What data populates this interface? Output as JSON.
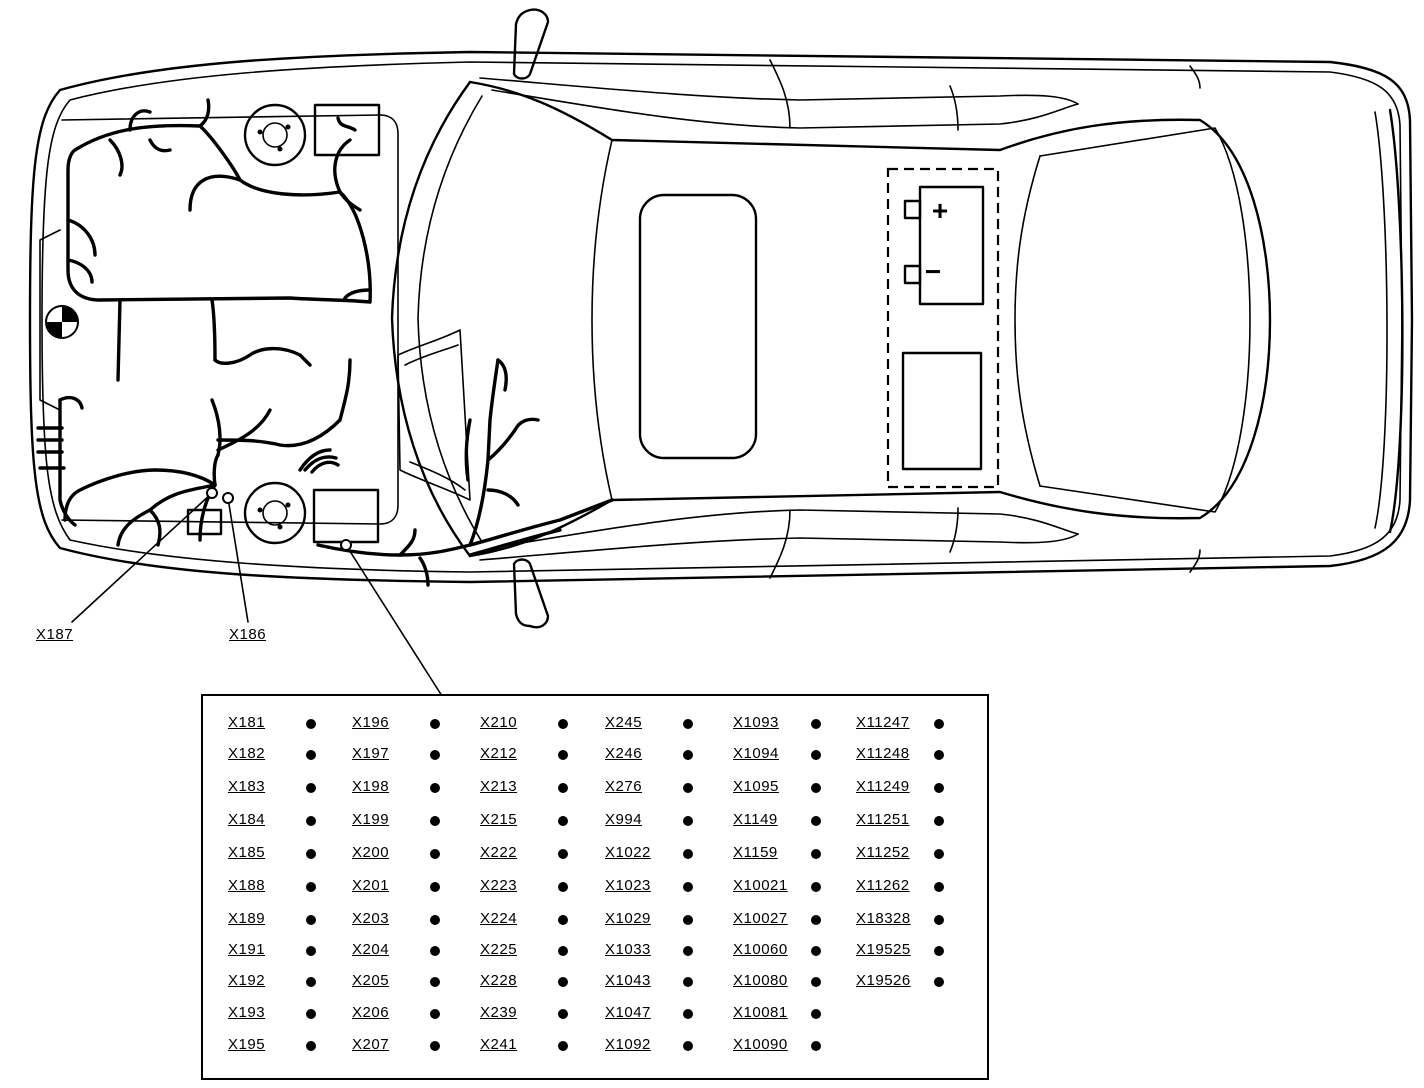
{
  "callouts": {
    "x187": "X187",
    "x186": "X186"
  },
  "battery": {
    "plus": "+",
    "minus": "−"
  },
  "connector_table": {
    "columns": [
      [
        "X181",
        "X182",
        "X183",
        "X184",
        "X185",
        "X188",
        "X189",
        "X191",
        "X192",
        "X193",
        "X195"
      ],
      [
        "X196",
        "X197",
        "X198",
        "X199",
        "X200",
        "X201",
        "X203",
        "X204",
        "X205",
        "X206",
        "X207"
      ],
      [
        "X210",
        "X212",
        "X213",
        "X215",
        "X222",
        "X223",
        "X224",
        "X225",
        "X228",
        "X239",
        "X241"
      ],
      [
        "X245",
        "X246",
        "X276",
        "X994",
        "X1022",
        "X1023",
        "X1029",
        "X1033",
        "X1043",
        "X1047",
        "X1092"
      ],
      [
        "X1093",
        "X1094",
        "X1095",
        "X1149",
        "X1159",
        "X10021",
        "X10027",
        "X10060",
        "X10080",
        "X10081",
        "X10090"
      ],
      [
        "X11247",
        "X11248",
        "X11249",
        "X11251",
        "X11252",
        "X11262",
        "X18328",
        "X19525",
        "X19526"
      ]
    ]
  }
}
